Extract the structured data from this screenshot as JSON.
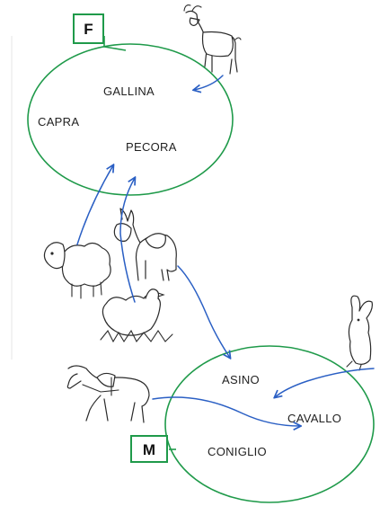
{
  "set_f": {
    "badge": "F",
    "members": [
      "GALLINA",
      "CAPRA",
      "PECORA"
    ]
  },
  "set_m": {
    "badge": "M",
    "members": [
      "ASINO",
      "CAVALLO",
      "CONIGLIO"
    ]
  },
  "drawings": [
    "goat",
    "sheep",
    "donkey",
    "hen",
    "horse",
    "rabbit"
  ],
  "colors": {
    "set_outline": "#1f9a4a",
    "arrow": "#2a5fc4",
    "ink": "#222222"
  }
}
